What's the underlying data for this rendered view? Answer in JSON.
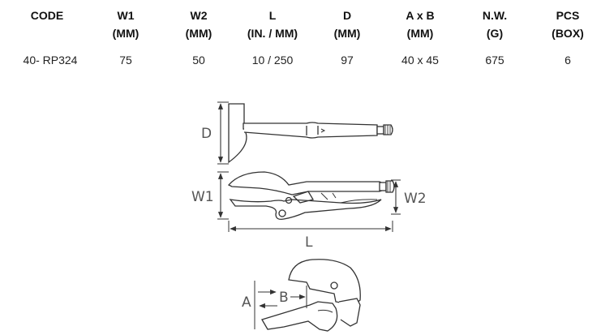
{
  "table": {
    "columns": [
      {
        "line1": "CODE",
        "line2": "",
        "value": "40- RP324"
      },
      {
        "line1": "W1",
        "line2": "(MM)",
        "value": "75"
      },
      {
        "line1": "W2",
        "line2": "(MM)",
        "value": "50"
      },
      {
        "line1": "L",
        "line2": "(IN. / MM)",
        "value": "10 / 250"
      },
      {
        "line1": "D",
        "line2": "(MM)",
        "value": "97"
      },
      {
        "line1": "A x B",
        "line2": "(MM)",
        "value": "40 x 45"
      },
      {
        "line1": "N.W.",
        "line2": "(G)",
        "value": "675"
      },
      {
        "line1": "PCS",
        "line2": "(BOX)",
        "value": "6"
      }
    ]
  },
  "drawing": {
    "labels": {
      "d": "D",
      "w1": "W1",
      "w2": "W2",
      "l": "L",
      "a": "A",
      "b": "B"
    }
  }
}
